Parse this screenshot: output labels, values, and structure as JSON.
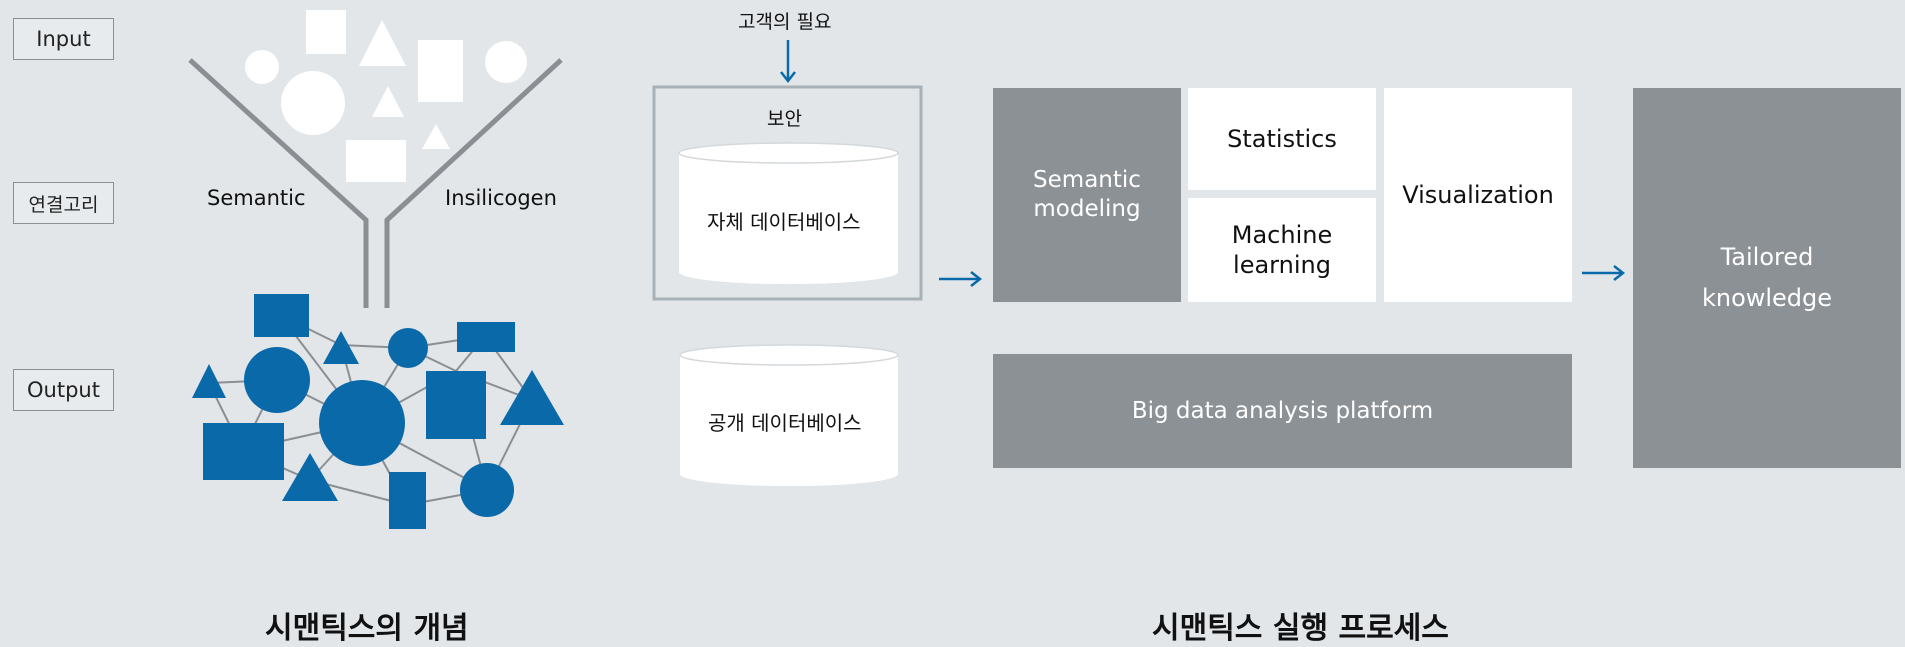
{
  "left": {
    "row_labels": {
      "input": "Input",
      "link": "연결고리",
      "output": "Output"
    },
    "funnel_left_label": "Semantic",
    "funnel_right_label": "Insilicogen",
    "caption": "시맨틱스의 개념"
  },
  "process": {
    "customer_need": "고객의 필요",
    "security": "보안",
    "own_db": "자체 데이터베이스",
    "public_db": "공개 데이터베이스",
    "semantic_modeling": [
      "Semantic",
      "modeling"
    ],
    "statistics": "Statistics",
    "machine_learning": [
      "Machine",
      "learning"
    ],
    "visualization": "Visualization",
    "big_data": "Big data analysis platform",
    "tailored": [
      "Tailored",
      "knowledge"
    ],
    "caption": "시맨틱스 실행 프로세스"
  },
  "colors": {
    "accent": "#0a6aa9",
    "panel_gray": "#8c9196",
    "background": "#e2e6e9",
    "funnel_gray": "#8a8f94"
  }
}
